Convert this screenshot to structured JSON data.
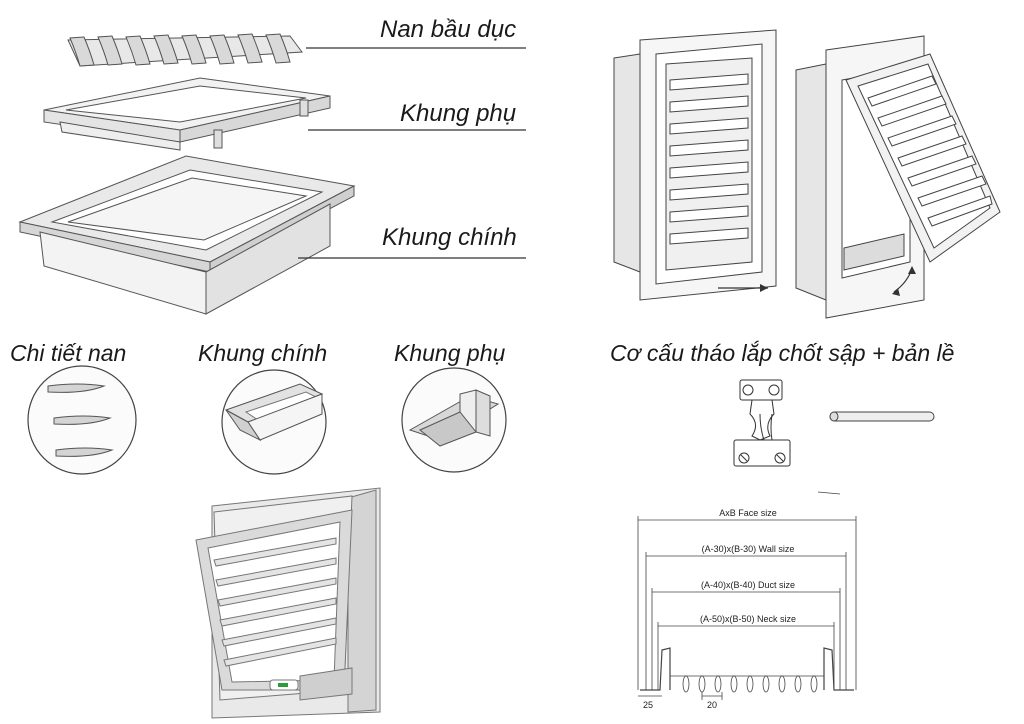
{
  "labels": {
    "slats": "Nan bầu dục",
    "sub_frame": "Khung phụ",
    "main_frame": "Khung chính"
  },
  "details": {
    "slat_detail": "Chi tiết nan",
    "main_frame_detail": "Khung chính",
    "sub_frame_detail": "Khung phụ",
    "mechanism": "Cơ cấu tháo lắp chốt sập + bản lề"
  },
  "dimensions": {
    "face": "AxB Face size",
    "wall": "(A-30)x(B-30) Wall size",
    "duct": "(A-40)x(B-40) Duct size",
    "neck": "(A-50)x(B-50) Neck size",
    "left_offset": "25",
    "slat_pitch": "20"
  },
  "colors": {
    "line": "#333333",
    "frame_fill": "#f4f4f4",
    "shade": "#cfcfcf",
    "green_logo": "#2e9b3a"
  }
}
